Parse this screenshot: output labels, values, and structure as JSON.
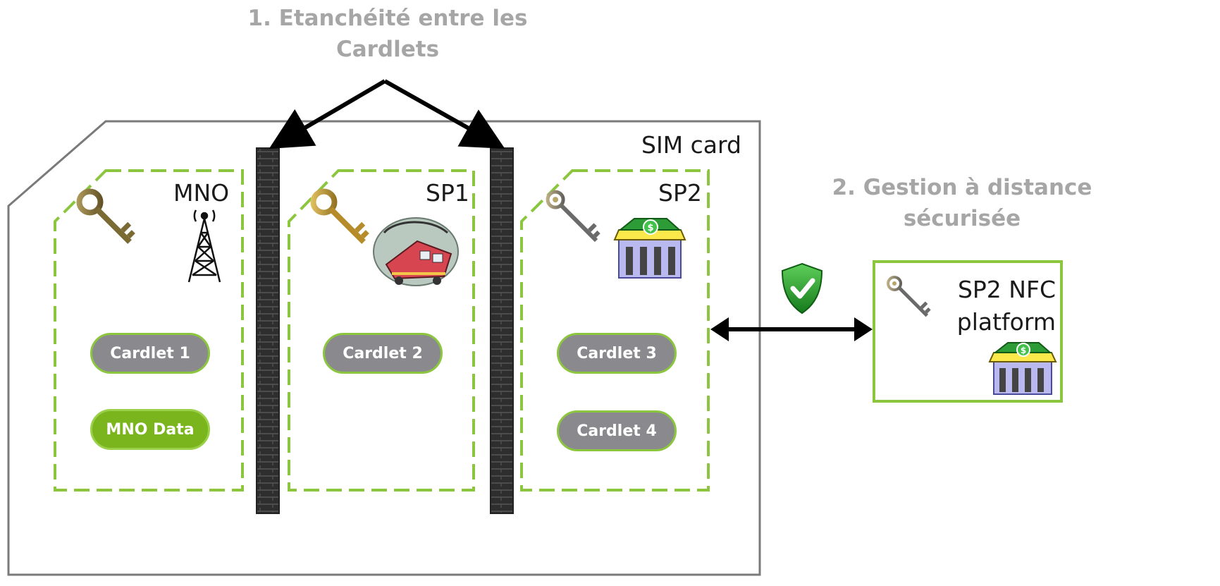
{
  "headings": {
    "isolation": [
      "1. Etanchéité entre les",
      "Cardlets"
    ],
    "remote_management": [
      "2. Gestion à distance",
      "sécurisée"
    ]
  },
  "sim_card": {
    "label": "SIM card"
  },
  "compartments": [
    {
      "id": "mno",
      "label": "MNO",
      "icons": [
        "bronze-key-icon",
        "antenna-tower-icon"
      ],
      "pills": [
        "Cardlet 1",
        "MNO Data"
      ]
    },
    {
      "id": "sp1",
      "label": "SP1",
      "icons": [
        "gold-key-icon",
        "train-icon"
      ],
      "pills": [
        "Cardlet 2"
      ]
    },
    {
      "id": "sp2",
      "label": "SP2",
      "icons": [
        "ornate-key-icon",
        "bank-shop-icon"
      ],
      "pills": [
        "Cardlet 3",
        "Cardlet 4"
      ]
    }
  ],
  "platform": {
    "label": [
      "SP2 NFC",
      "platform"
    ],
    "icons": [
      "ornate-key-icon",
      "bank-shop-icon"
    ]
  },
  "link_icon": "shield-check-icon",
  "colors": {
    "dashed_border": "#8cc63f",
    "pill_gray": "#8a8a8e",
    "pill_green": "#7ab51d",
    "heading_gray": "#a6a6a6",
    "firewall": "#3a3a3a"
  }
}
